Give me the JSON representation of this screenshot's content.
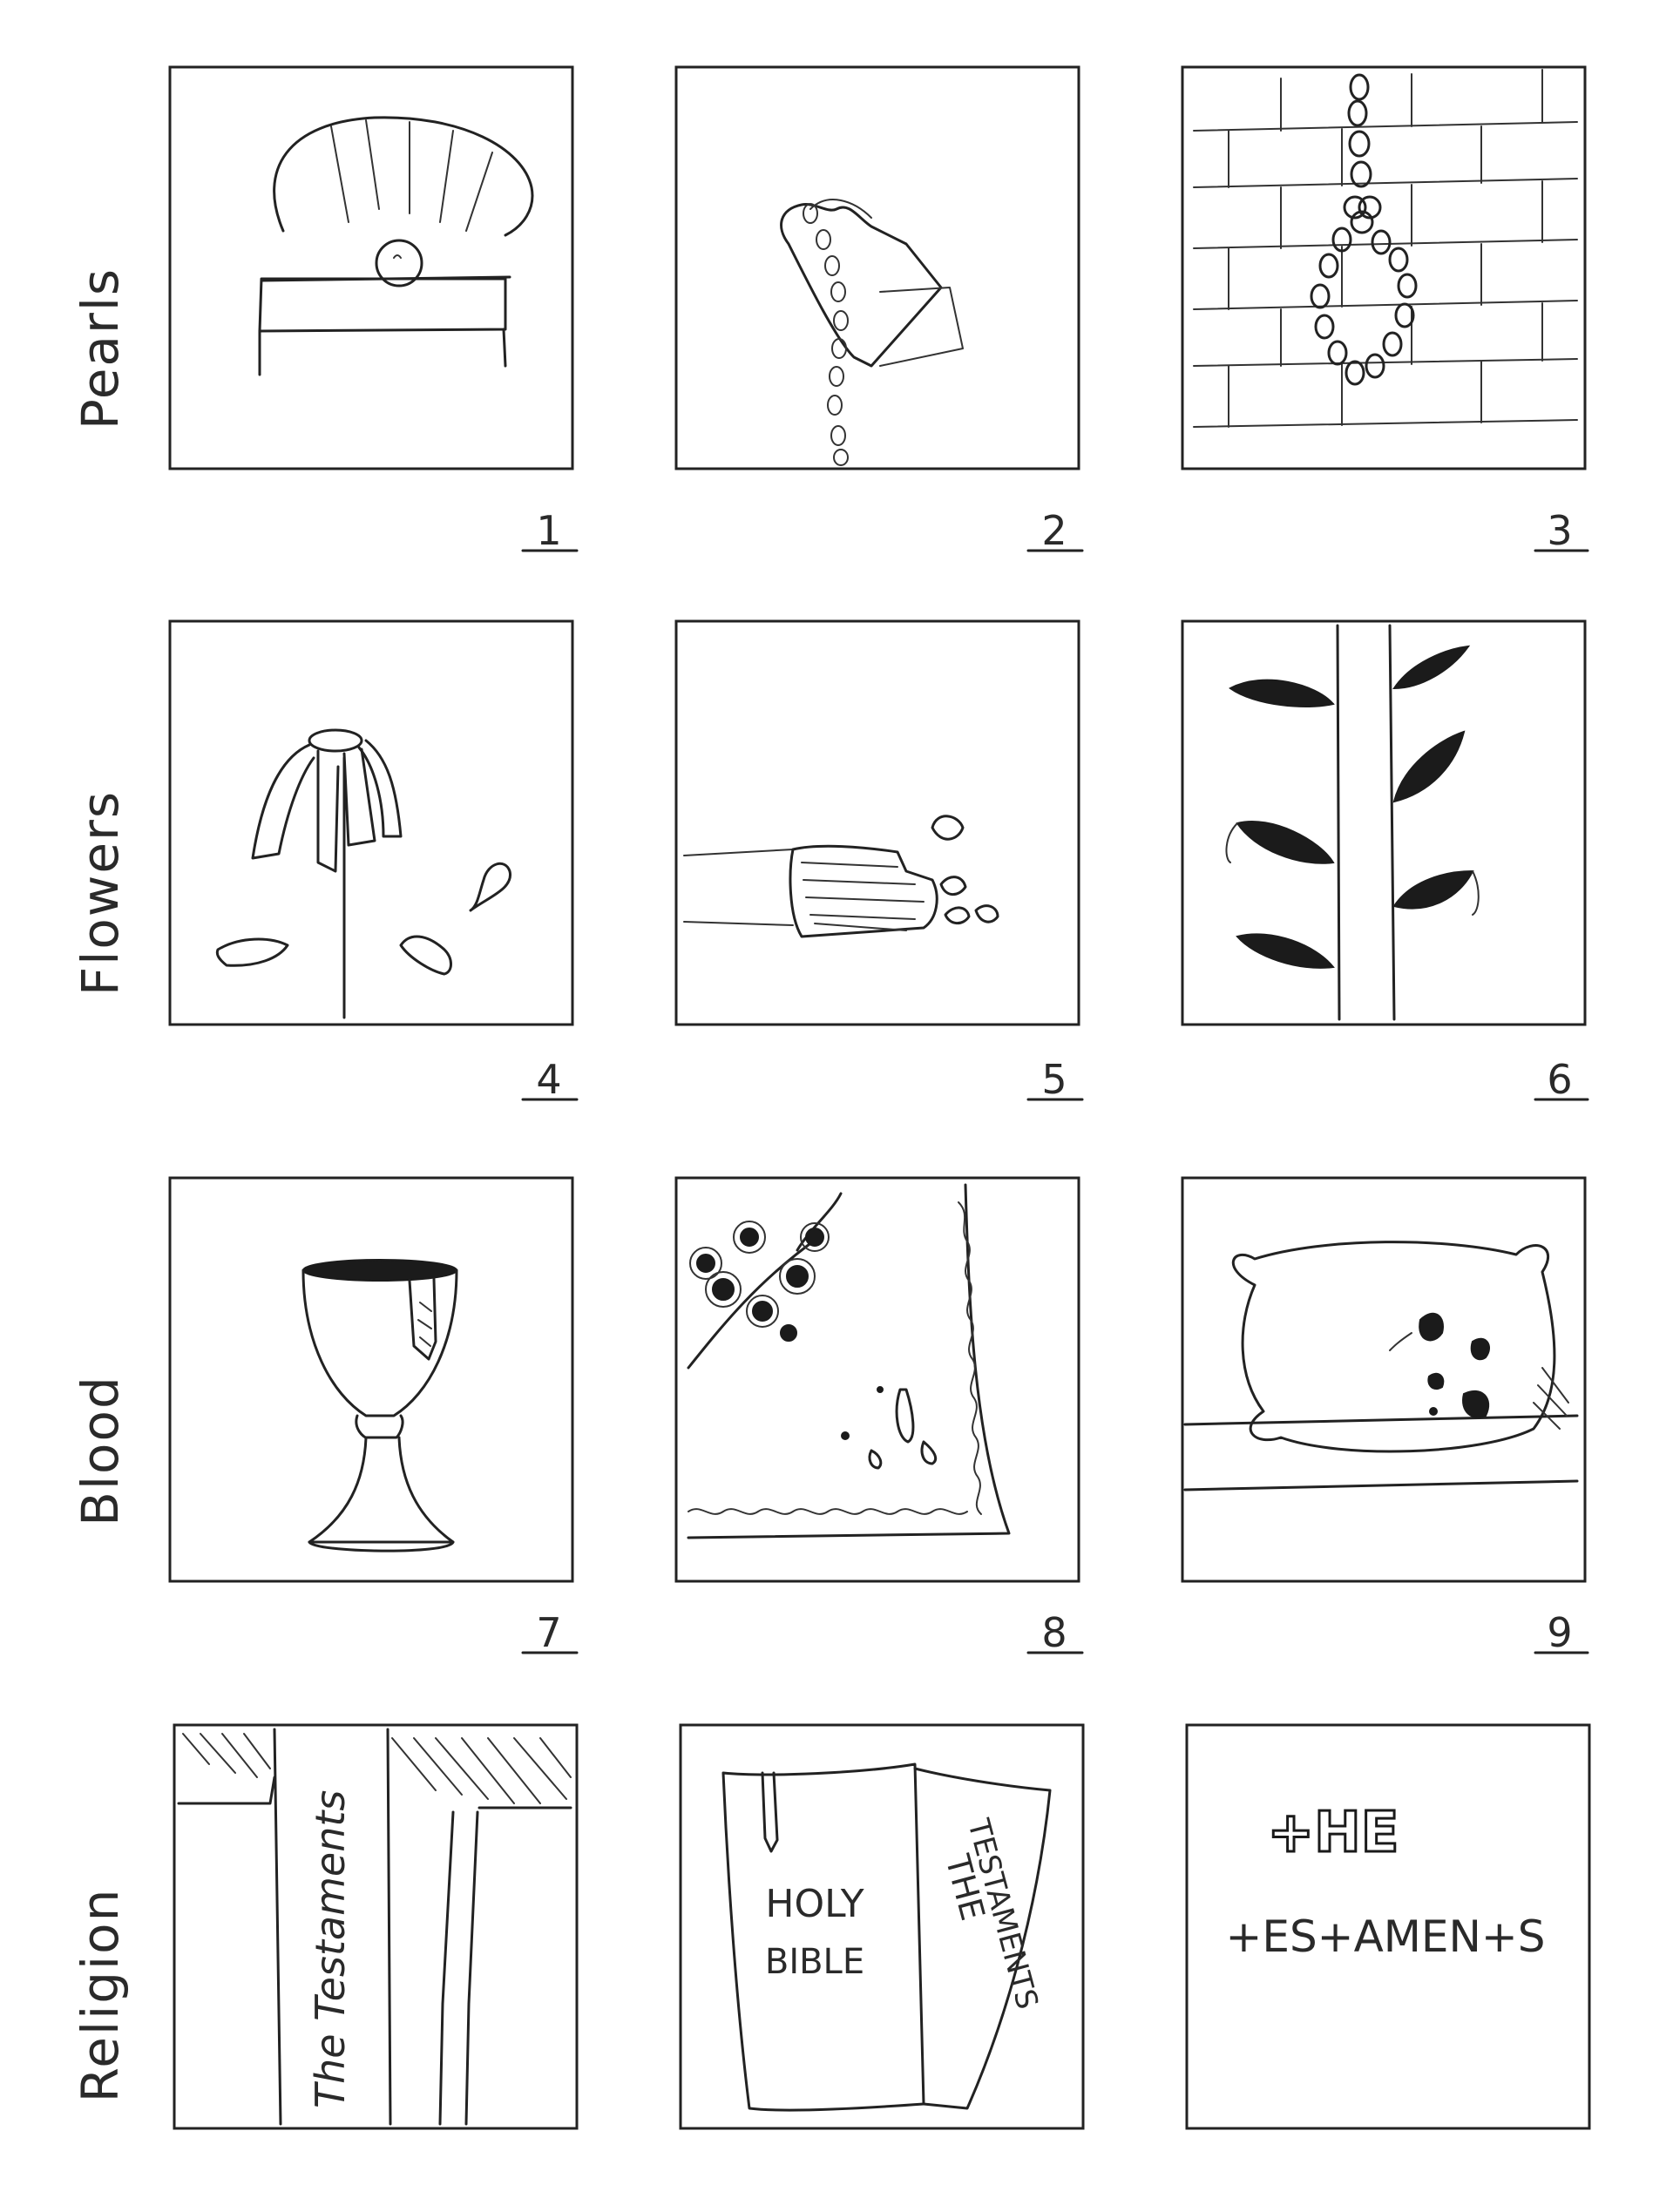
{
  "rows": [
    {
      "label": "Pearls",
      "panels": [
        "1",
        "2",
        "3"
      ]
    },
    {
      "label": "Flowers",
      "panels": [
        "4",
        "5",
        "6"
      ]
    },
    {
      "label": "Blood",
      "panels": [
        "7",
        "8",
        "9"
      ]
    },
    {
      "label": "Religion",
      "panels": [
        "",
        "",
        ""
      ]
    }
  ],
  "panel_text": {
    "p10_book": "The Testaments",
    "p11_left_line1": "HOLY",
    "p11_left_line2": "BIBLE",
    "p11_right_line1": "THE",
    "p11_right_line2": "TESTAMENTS",
    "p12_line1": "+HE",
    "p12_line2": "+ES+AMEN+S"
  }
}
